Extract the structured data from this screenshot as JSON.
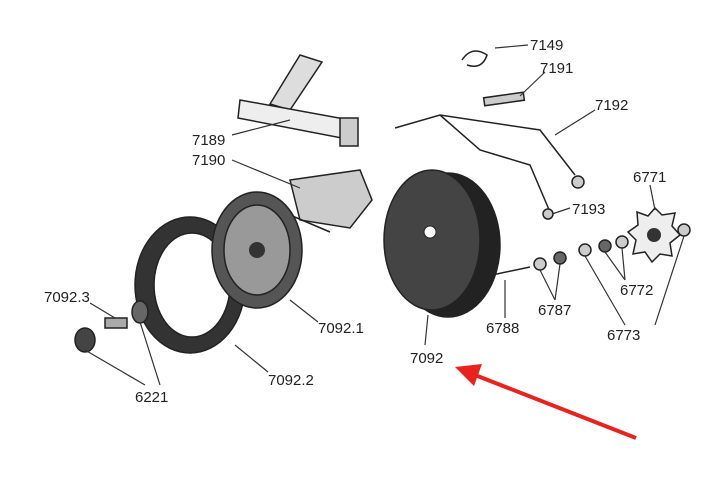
{
  "diagram": {
    "labels": {
      "p7149": "7149",
      "p7191": "7191",
      "p7192": "7192",
      "p7189": "7189",
      "p7190": "7190",
      "p6771": "6771",
      "p7193": "7193",
      "p6772": "6772",
      "p6787": "6787",
      "p6788": "6788",
      "p6773": "6773",
      "p7092_3": "7092.3",
      "p6221": "6221",
      "p7092_1": "7092.1",
      "p7092_2": "7092.2",
      "p7092": "7092"
    },
    "colors": {
      "arrow": "#e8231f",
      "ink": "#222222"
    }
  }
}
